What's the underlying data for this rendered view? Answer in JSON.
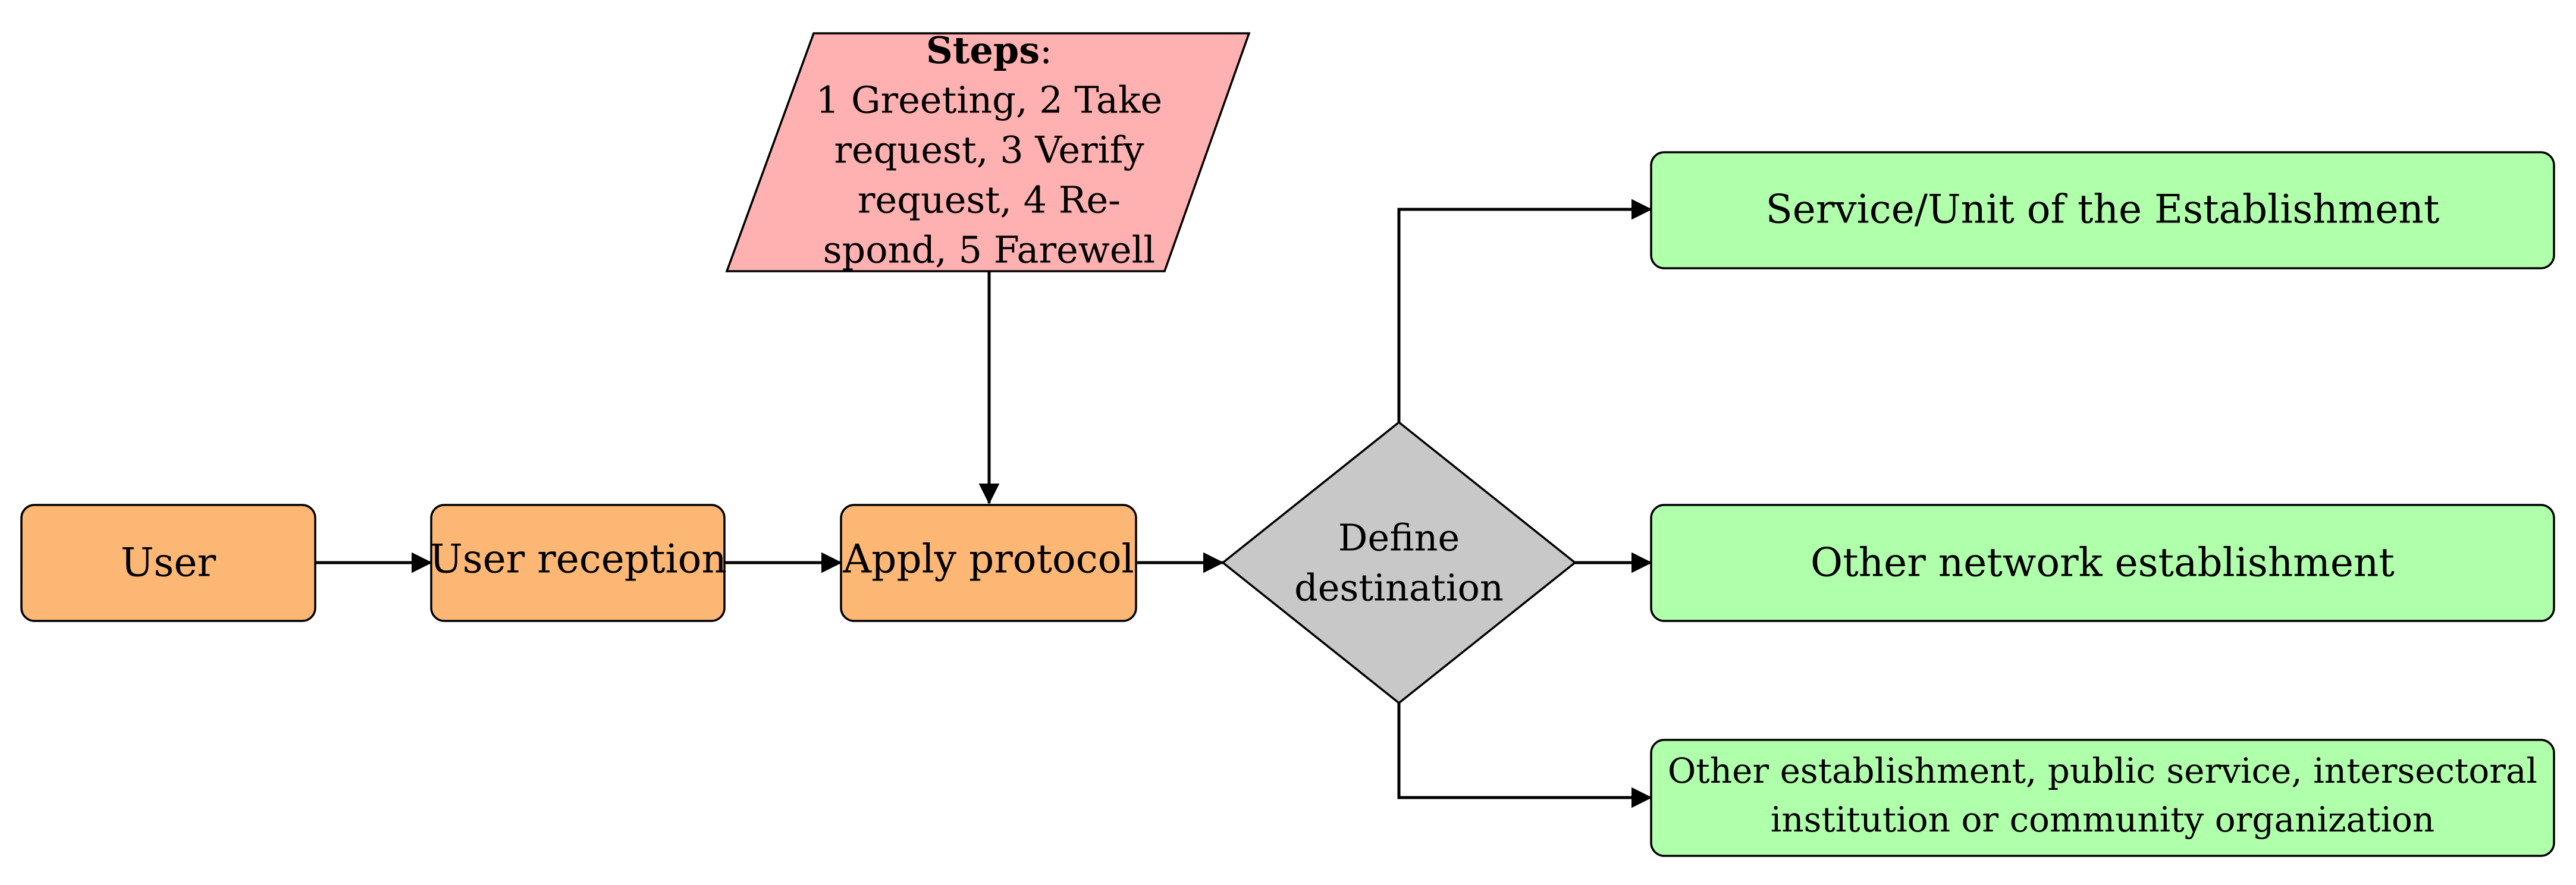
{
  "diagram": {
    "colors": {
      "orange_fill": "#FDB774",
      "pink_fill": "#FFB0B0",
      "gray_fill": "#C8C8C8",
      "green_fill": "#B0FFAB",
      "stroke": "#000000"
    },
    "nodes": {
      "user": {
        "label": "User"
      },
      "reception": {
        "label": "User reception"
      },
      "protocol": {
        "label": "Apply protocol"
      },
      "steps": {
        "heading": "Steps",
        "heading_suffix": ":",
        "lines": [
          "1 Greeting, 2 Take",
          "request, 3 Verify",
          "request, 4 Re-",
          "spond, 5 Farewell"
        ]
      },
      "decision": {
        "lines": [
          "Define",
          "destination"
        ]
      },
      "service_unit": {
        "label": "Service/Unit of the Establishment"
      },
      "other_network": {
        "label": "Other network establishment"
      },
      "other_establishment": {
        "lines": [
          "Other establishment, public service, intersectoral",
          "institution or community organization"
        ]
      }
    }
  }
}
